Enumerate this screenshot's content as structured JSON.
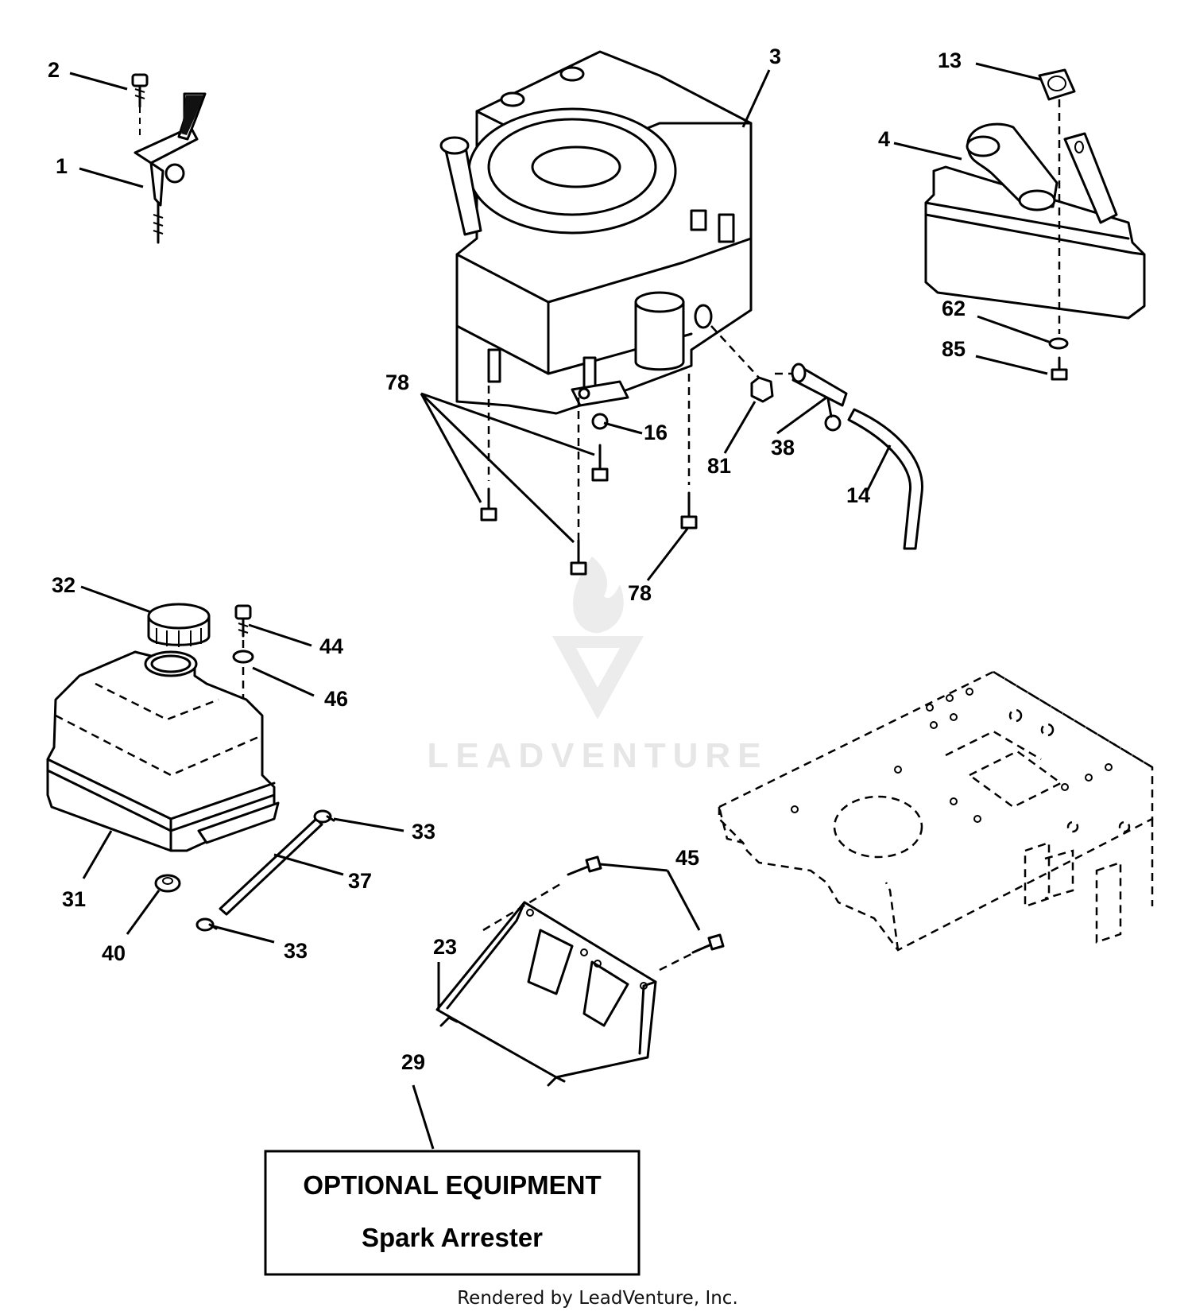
{
  "callouts": {
    "c1": "1",
    "c2": "2",
    "c3": "3",
    "c4": "4",
    "c13": "13",
    "c14": "14",
    "c16": "16",
    "c23": "23",
    "c29": "29",
    "c31": "31",
    "c32": "32",
    "c33a": "33",
    "c33b": "33",
    "c37": "37",
    "c38": "38",
    "c40": "40",
    "c44": "44",
    "c45": "45",
    "c46": "46",
    "c62": "62",
    "c78a": "78",
    "c78b": "78",
    "c81": "81",
    "c85": "85"
  },
  "optional_box": {
    "title": "OPTIONAL EQUIPMENT",
    "subtitle": "Spark Arrester"
  },
  "watermark": "LEADVENTURE",
  "credit": "Rendered by LeadVenture, Inc."
}
